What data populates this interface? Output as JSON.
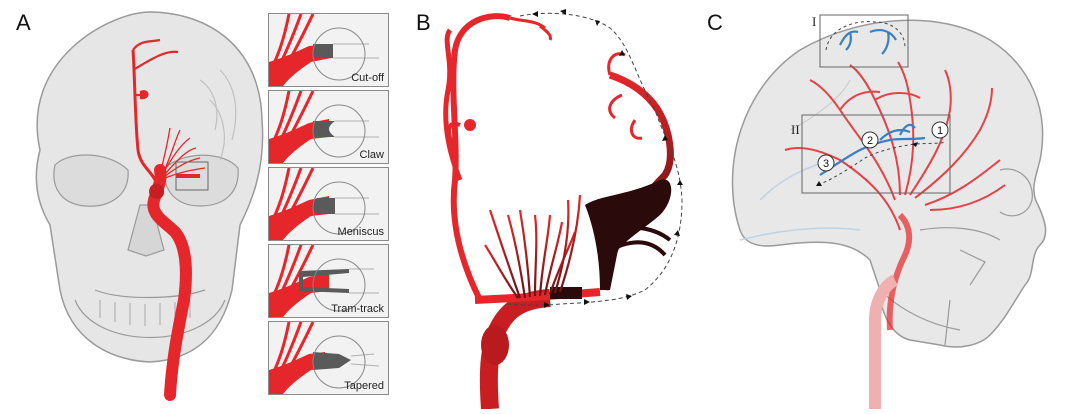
{
  "panels": {
    "a": {
      "letter": "A"
    },
    "b": {
      "letter": "B"
    },
    "c": {
      "letter": "C"
    }
  },
  "insets": [
    {
      "label": "Cut-off"
    },
    {
      "label": "Claw"
    },
    {
      "label": "Meniscus"
    },
    {
      "label": "Tram-track"
    },
    {
      "label": "Tapered"
    }
  ],
  "panel_c": {
    "region_1": "I",
    "region_2": "II",
    "steps": [
      "1",
      "2",
      "3"
    ]
  },
  "colors": {
    "artery_red": "#e5262a",
    "dark_occlusion": "#3a1010",
    "skull_fill": "#e4e4e4",
    "skull_line": "#9a9a9a",
    "vein_blue": "#3a7fc4"
  }
}
